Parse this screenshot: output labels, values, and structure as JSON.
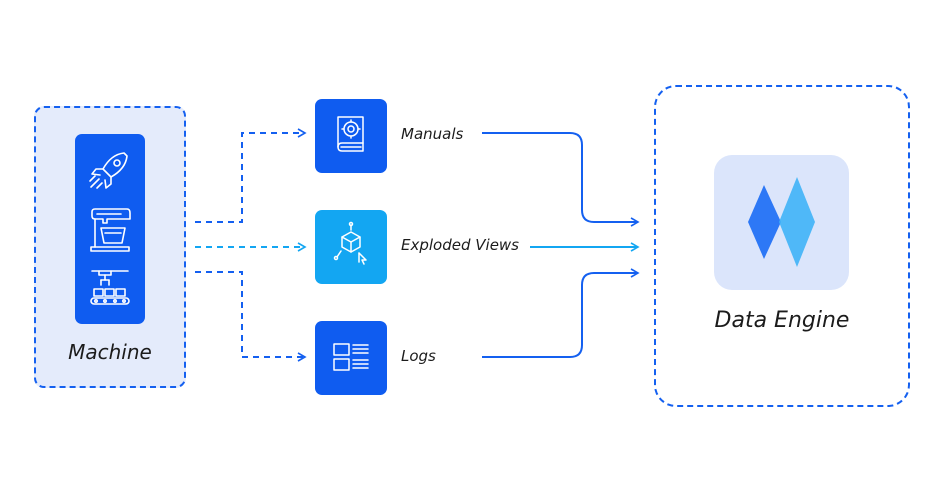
{
  "machine": {
    "label": "Machine",
    "icons": [
      "rocket-icon",
      "stand-mixer-icon",
      "robot-arm-conveyor-icon"
    ]
  },
  "nodes": [
    {
      "label": "Manuals",
      "icon": "book-gear-icon",
      "color": "#0f5cf0"
    },
    {
      "label": "Exploded Views",
      "icon": "3d-cube-explode-icon",
      "color": "#13a6f2"
    },
    {
      "label": "Logs",
      "icon": "log-list-icon",
      "color": "#0f5cf0"
    }
  ],
  "engine": {
    "label": "Data Engine",
    "icon": "data-engine-logo-icon"
  },
  "colors": {
    "primary": "#0f5cf0",
    "accent": "#13a6f2",
    "machine_bg": "#e4ebfb",
    "logo_bg": "#dbe5fb"
  }
}
